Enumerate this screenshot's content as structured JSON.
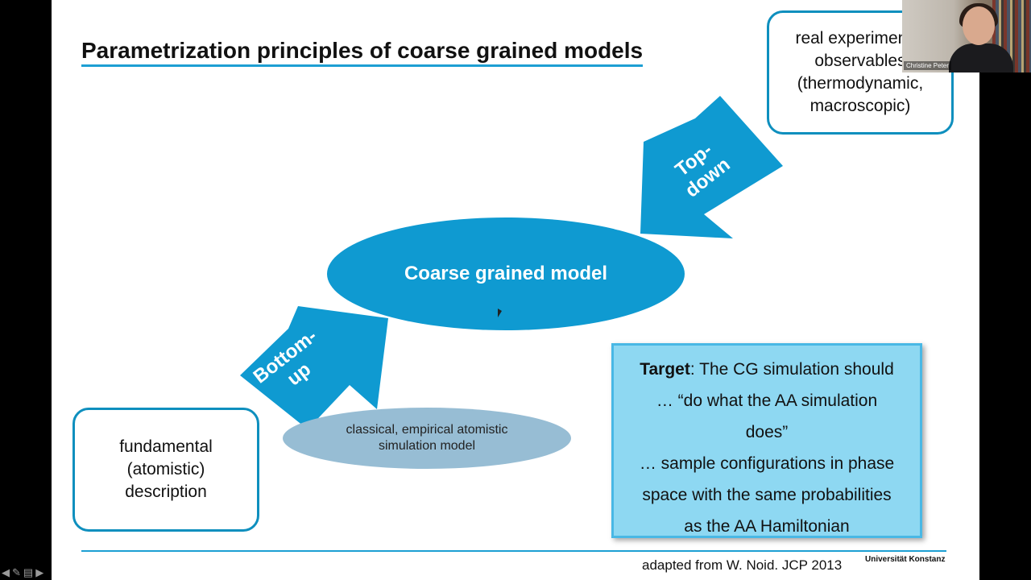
{
  "slide": {
    "title": "Parametrization principles of coarse grained models",
    "boxes": {
      "fundamental_lines": [
        "fundamental",
        "(atomistic)",
        "description"
      ],
      "real_lines": [
        "real experimental",
        "observables",
        "(thermodynamic,",
        "macroscopic)"
      ]
    },
    "ellipses": {
      "cg_model": "Coarse grained model",
      "atomistic_lines": [
        "classical, empirical atomistic",
        "simulation model"
      ]
    },
    "arrows": {
      "bottom_up_lines": [
        "Bottom-",
        "up"
      ],
      "top_down_lines": [
        "Top-",
        "down"
      ]
    },
    "target": {
      "label": "Target",
      "lines": [
        ": The CG simulation should",
        "… “do what the AA simulation",
        "does”",
        "… sample configurations in phase",
        "space with the same probabilities",
        "as the AA Hamiltonian"
      ]
    },
    "footer": {
      "citation": "adapted from W. Noid. JCP 2013",
      "university": "Universität Konstanz"
    }
  },
  "video": {
    "participant_name": "Christine Peter"
  },
  "nav": {
    "icons": [
      "arrow-left-icon",
      "pen-icon",
      "menu-icon",
      "arrow-right-icon"
    ]
  },
  "colors": {
    "accent": "#0f9ad1",
    "title_underline": "#1d9fd3",
    "target_fill": "#8ed8f2",
    "atomistic_fill": "#97bdd4"
  }
}
